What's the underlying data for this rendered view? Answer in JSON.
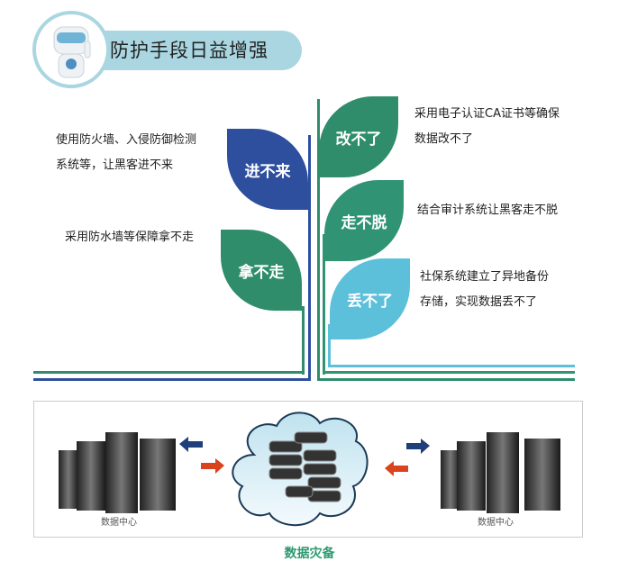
{
  "header": {
    "title": "防护手段日益增强",
    "mascot_icon": "robot-mascot-icon"
  },
  "left_leaves": [
    {
      "label": "进不来",
      "description_lines": [
        "使用防火墙、入侵防御检测",
        "系统等，让黑客进不来"
      ],
      "color": "#2d4f9e"
    },
    {
      "label": "拿不走",
      "description_lines": [
        "采用防水墙等保障拿不走"
      ],
      "color": "#2f8d6c"
    }
  ],
  "right_leaves": [
    {
      "label": "改不了",
      "description_lines": [
        "采用电子认证CA证书等确保",
        "数据改不了"
      ],
      "color": "#2f8d6c"
    },
    {
      "label": "走不脱",
      "description_lines": [
        "结合审计系统让黑客走不脱"
      ],
      "color": "#2f9374"
    },
    {
      "label": "丢不了",
      "description_lines": [
        "社保系统建立了异地备份",
        "存储，实现数据丢不了"
      ],
      "color": "#5cc0da"
    }
  ],
  "backup_diagram": {
    "left_label": "数据中心",
    "right_label": "数据中心",
    "caption": "数据灾备"
  }
}
